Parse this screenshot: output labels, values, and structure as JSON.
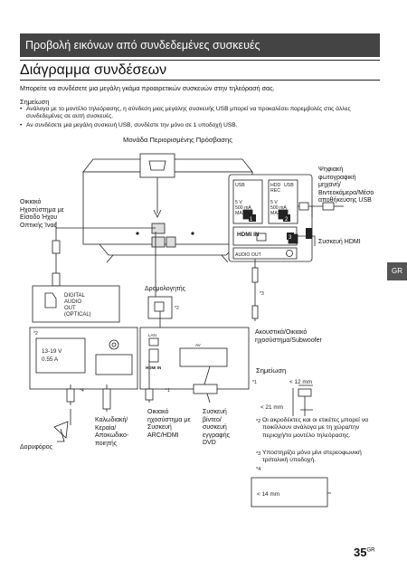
{
  "header": {
    "banner": "Προβολή εικόνων από συνδεδεμένες συσκευές"
  },
  "section": {
    "title": "Διάγραμμα συνδέσεων",
    "intro": "Μπορείτε να συνδέσετε μια μεγάλη γκάμα προαιρετικών συσκευών στην τηλεόρασή σας.",
    "note_heading": "Σημείωση",
    "bullets": [
      "Ανάλογα με το μοντέλο τηλεόρασης, η σύνδεση μιας μεγάλης συσκευής USB μπορεί να προκαλέσει παρεμβολές στις άλλες συνδεδεμένες σε αυτή συσκευές.",
      "Αν συνδέσετε μια μεγάλη συσκευή USB, συνδέστε την μόνο σε 1 υποδοχή USB."
    ]
  },
  "diagram": {
    "restricted_access": "Μονάδα Περιορισμένης Πρόσβασης",
    "digital_camera": "Ψηφιακή φωτογραφική μηχανή/ Βιντεοκάμερα/Μέσο αποθήκευσης USB",
    "hdmi_device": "Συσκευή HDMI",
    "optical_audio": "Οικιακό Ηχοσύστημα με Είσοδο Ήχου Οπτικής Ίνας",
    "router": "Δρομολογητής",
    "audio_sub": "Ακουστικά/Οικιακό ηχοσύστημα/Subwoofer",
    "satellite": "Δορυφόρος",
    "cable": "Καλωδιακή/ Κεραία/ Αποκωδικο-ποιητής",
    "arc_system": "Οικιακό ηχοσύστημα με Συσκευή ARC/HDMI",
    "video_device": "Συσκευή βίντεο/ συσκευή εγγραφής DVD",
    "port_digital_audio": [
      "DIGITAL",
      "AUDIO",
      "OUT",
      "(OPTICAL)"
    ],
    "port_power": [
      "13-19 V",
      "0.55 A"
    ],
    "port_usb1": [
      "USB",
      "5 V",
      "500 mA",
      "MAX"
    ],
    "port_usb2": [
      "HDD",
      "REC",
      "USB",
      "5 V",
      "500 mA",
      "MAX"
    ],
    "port_hdmi": "HDMI IN",
    "port_audio_out": "AUDIO OUT",
    "port_lan": "LAN",
    "port_av": "AV",
    "port_hdmi_arc": "HDMI IN",
    "num1": "1",
    "num2": "2",
    "num3": "3",
    "mark1": "*1",
    "mark2": "*2",
    "mark3": "*3",
    "mark4": "*4"
  },
  "notes": {
    "heading": "Σημείωση",
    "n1_mark": "*1",
    "dim_12": "< 12 mm",
    "dim_21": "< 21 mm",
    "n2_mark": "*2",
    "n2_text": "Οι ακροδέκτες και οι ετικέτες μπορεί να ποικίλλουν ανάλογα με τη χώρα/την περιοχή/το μοντέλο τηλεόρασης.",
    "n3_mark": "*3",
    "n3_text": "Υποστηρίζει μόνο μίνι στερεοφωνική τριπολική υποδοχή.",
    "n4_mark": "*4",
    "dim_14": "< 14 mm"
  },
  "side_tab": "GR",
  "page": {
    "number": "35",
    "suffix": "GR"
  }
}
